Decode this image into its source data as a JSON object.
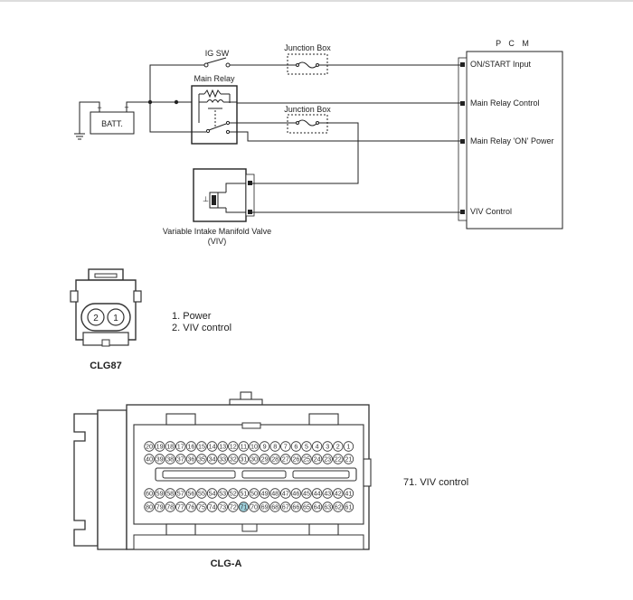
{
  "schematic": {
    "pcm_title": "P C M",
    "pcm_pins": [
      "ON/START Input",
      "Main Relay Control",
      "Main Relay 'ON' Power",
      "VIV Control"
    ],
    "ig_switch": "IG SW",
    "junction_box_1": "Junction Box",
    "junction_box_2": "Junction Box",
    "main_relay": "Main Relay",
    "battery": "BATT.",
    "viv_name": "Variable Intake Manifold Valve",
    "viv_abbr": "(VIV)"
  },
  "clg87": {
    "label": "CLG87",
    "pins": [
      "1. Power",
      "2. VIV control"
    ],
    "cavities": [
      "2",
      "1"
    ]
  },
  "clga": {
    "label": "CLG-A",
    "pins": [
      "71. VIV control"
    ],
    "rows": [
      [
        "20",
        "19",
        "18",
        "17",
        "16",
        "15",
        "14",
        "13",
        "12",
        "11",
        "10",
        "9",
        "8",
        "7",
        "6",
        "5",
        "4",
        "3",
        "2",
        "1"
      ],
      [
        "40",
        "39",
        "38",
        "37",
        "36",
        "35",
        "34",
        "33",
        "32",
        "31",
        "30",
        "29",
        "28",
        "27",
        "26",
        "25",
        "24",
        "23",
        "22",
        "21"
      ],
      [
        "60",
        "59",
        "58",
        "57",
        "56",
        "55",
        "54",
        "53",
        "52",
        "51",
        "50",
        "49",
        "48",
        "47",
        "46",
        "45",
        "44",
        "43",
        "42",
        "41"
      ],
      [
        "80",
        "79",
        "78",
        "77",
        "76",
        "75",
        "74",
        "73",
        "72",
        "71",
        "70",
        "69",
        "68",
        "67",
        "66",
        "65",
        "64",
        "63",
        "62",
        "61"
      ]
    ],
    "highlight": "71",
    "highlight_color": "#9ed0dc"
  }
}
